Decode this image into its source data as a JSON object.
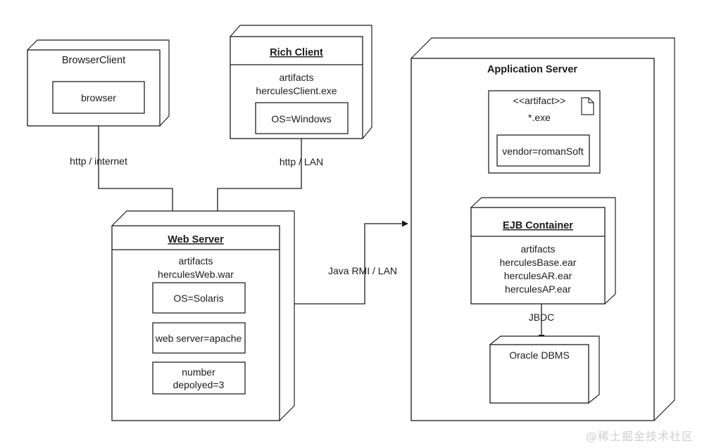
{
  "diagram": {
    "kind": "uml-deployment-diagram",
    "watermark": "@稀土掘金技术社区",
    "stroke_color": "#1b1b1b",
    "background_color": "#ffffff",
    "watermark_color": "#cfcfcf"
  },
  "nodes": {
    "browser_client": {
      "title": "BrowserClient",
      "inner": {
        "label": "browser"
      }
    },
    "rich_client": {
      "title": "Rich Client",
      "artifacts_heading": "artifacts",
      "artifacts": [
        "herculesClient.exe"
      ],
      "properties": [
        "OS=Windows"
      ]
    },
    "web_server": {
      "title": "Web Server",
      "artifacts_heading": "artifacts",
      "artifacts": [
        "herculesWeb.war"
      ],
      "properties": [
        "OS=Solaris",
        "web server=apache",
        "number|depolyed=3"
      ],
      "property_lines": [
        [
          "OS=Solaris"
        ],
        [
          "web server=apache"
        ],
        [
          "number",
          "depolyed=3"
        ]
      ]
    },
    "application_server": {
      "title": "Application Server"
    },
    "artifact_exe": {
      "stereotype": "<<artifact>>",
      "name": "*.exe",
      "icon": "document-icon",
      "properties": [
        "vendor=romanSoft"
      ]
    },
    "ejb_container": {
      "title": "EJB Container",
      "artifacts_heading": "artifacts",
      "artifacts": [
        "herculesBase.ear",
        "herculesAR.ear",
        "herculesAP.ear"
      ]
    },
    "oracle_dbms": {
      "title": "Oracle DBMS"
    }
  },
  "connections": [
    {
      "id": "http-internet",
      "label": "http / internet",
      "from": "browser_client",
      "to": "web_server"
    },
    {
      "id": "http-lan",
      "label": "http / LAN",
      "from": "rich_client",
      "to": "web_server"
    },
    {
      "id": "java-rmi-lan",
      "label": "Java RMI / LAN",
      "from": "web_server",
      "to": "application_server"
    },
    {
      "id": "jbdc",
      "label": "JBDC",
      "from": "ejb_container",
      "to": "oracle_dbms"
    }
  ]
}
